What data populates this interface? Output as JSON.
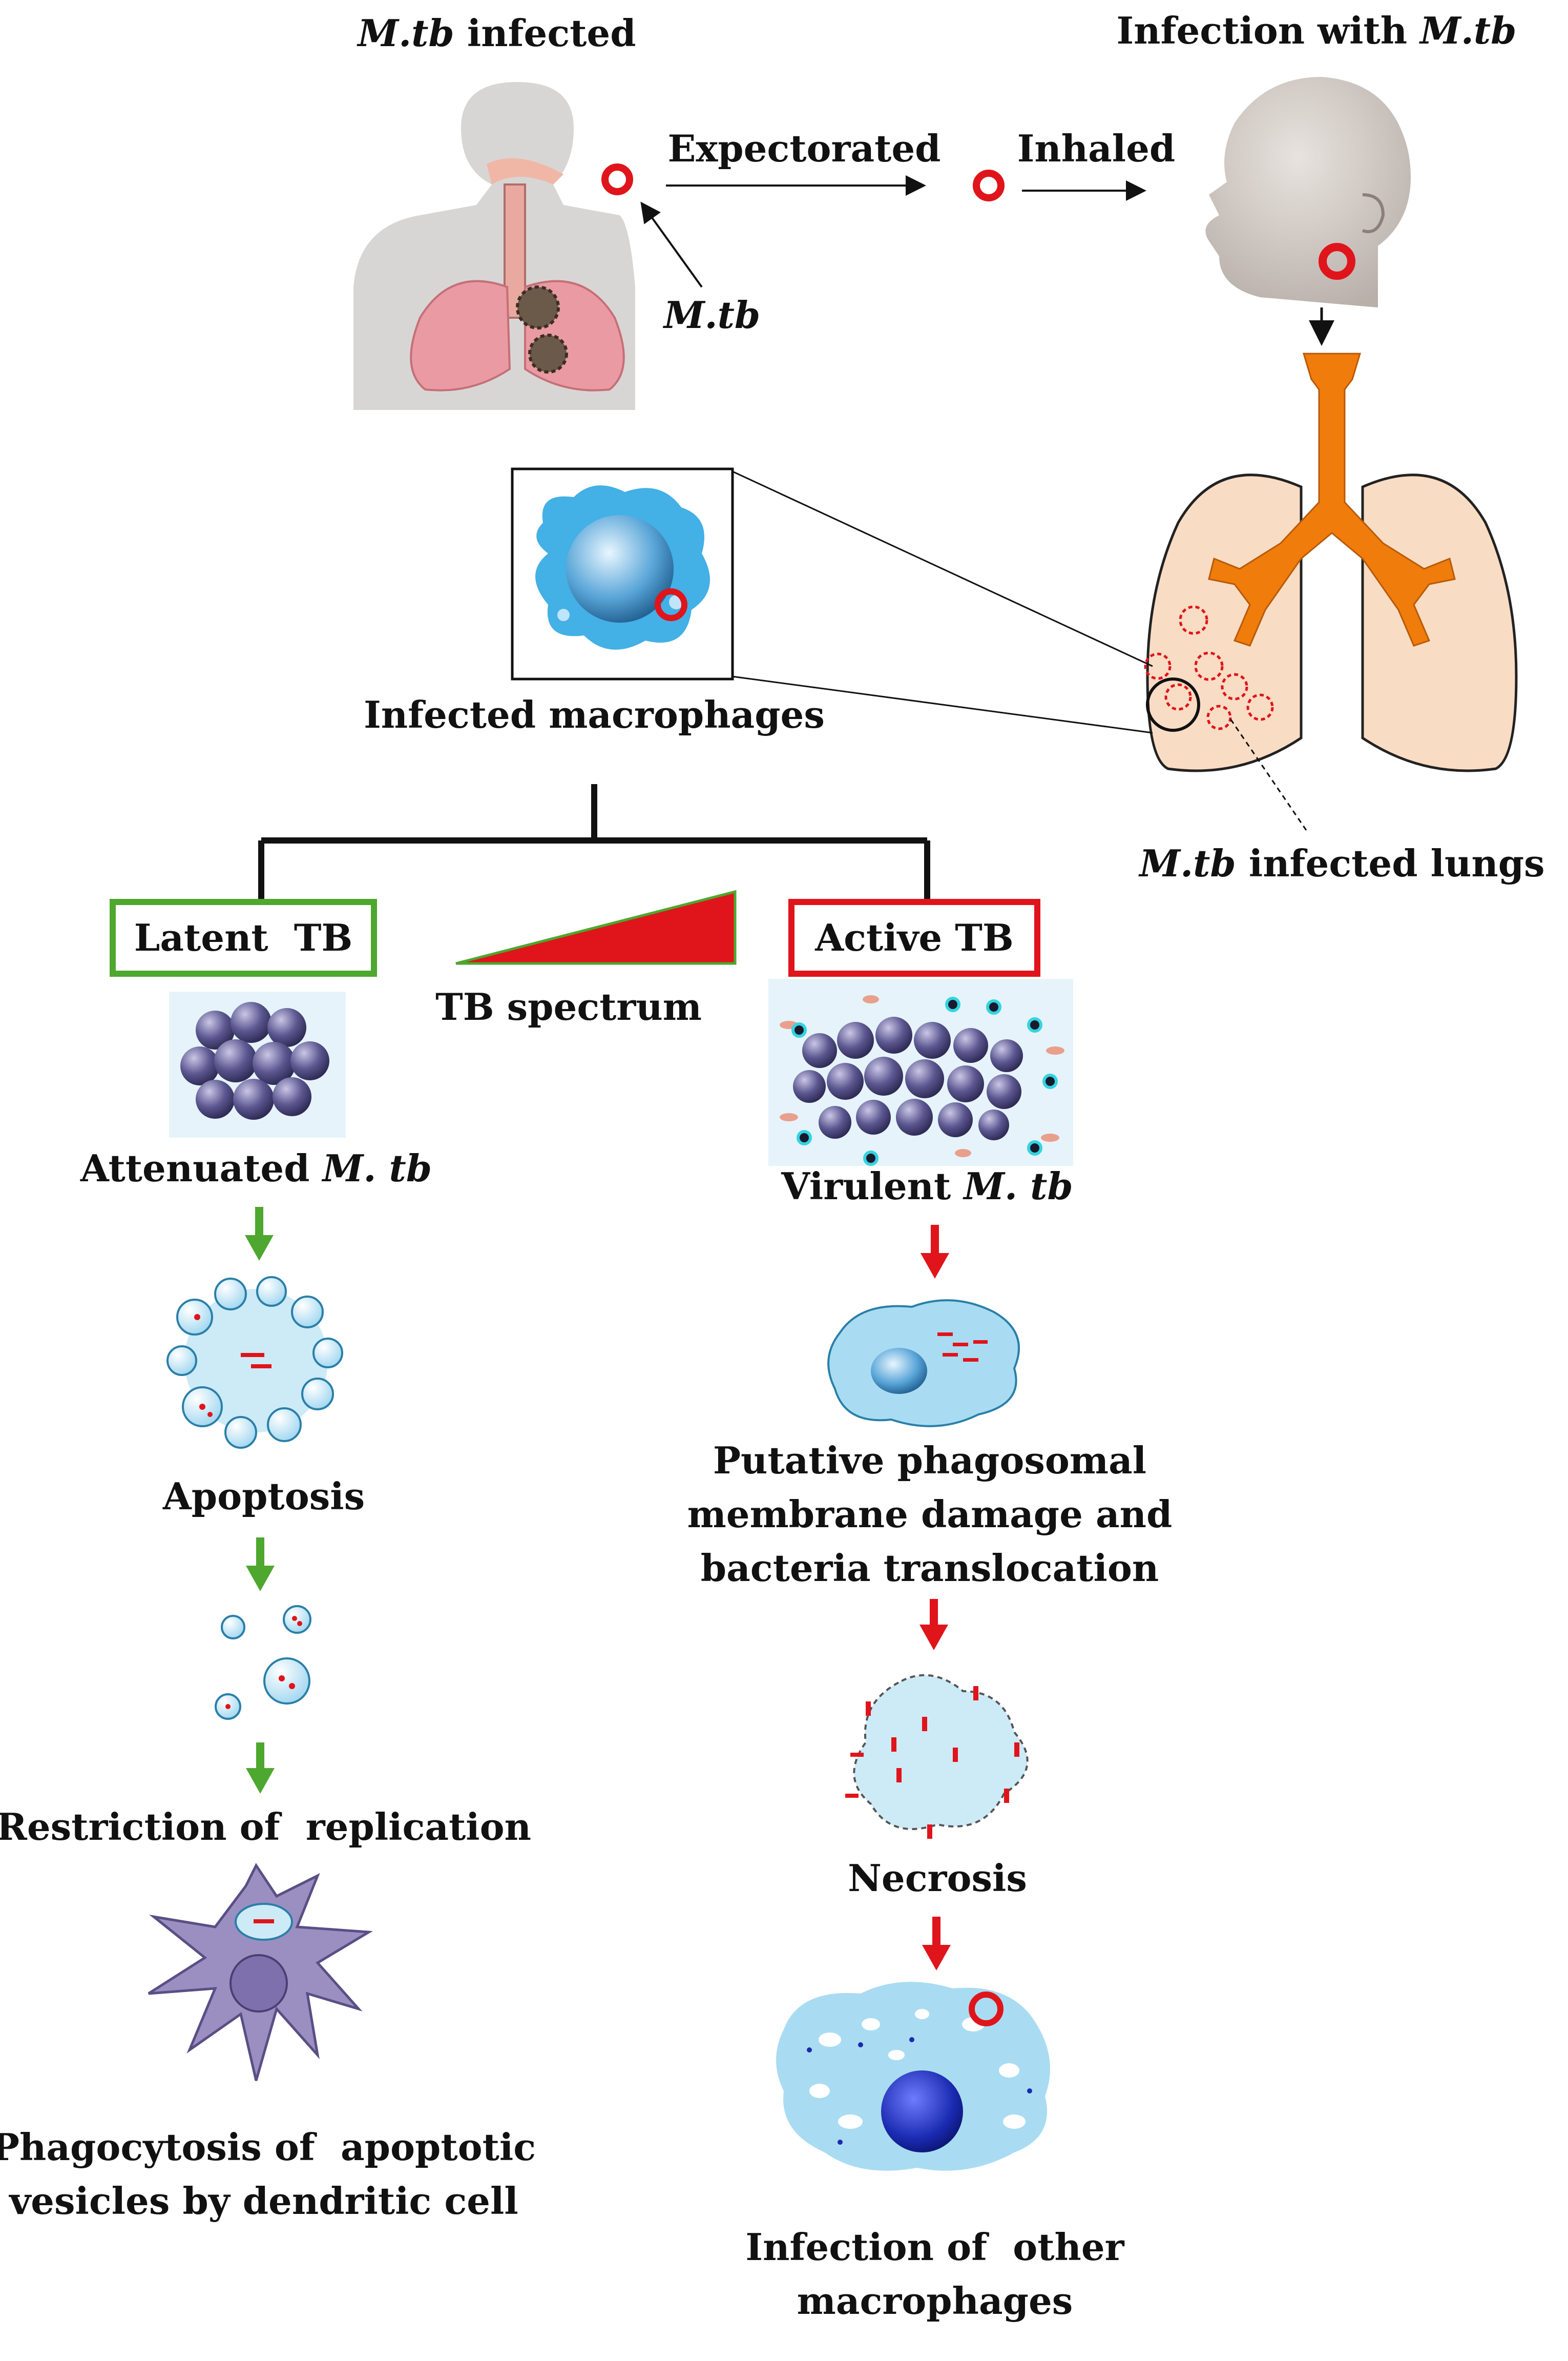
{
  "labels": {
    "source_title_italic": "M.tb",
    "source_title_rest": " infected",
    "target_title_plain": "Infection with ",
    "target_title_italic": "M.tb",
    "expectorated": "Expectorated",
    "inhaled": "Inhaled",
    "mtb_pointer": "M.tb",
    "infected_macrophages": "Infected macrophages",
    "infected_lungs_italic": "M.tb",
    "infected_lungs_rest": " infected lungs",
    "latent_tb": "Latent  TB",
    "active_tb": "Active TB",
    "tb_spectrum": "TB spectrum",
    "attenuated_plain": "Attenuated ",
    "attenuated_italic": "M. tb",
    "virulent_plain": "Virulent ",
    "virulent_italic": "M. tb",
    "apoptosis": "Apoptosis",
    "restriction": "Restriction of  replication",
    "phagocytosis_1": "Phagocytosis of  apoptotic",
    "phagocytosis_2": "vesicles by dendritic cell",
    "putative_1": "Putative phagosomal",
    "putative_2": "membrane damage and",
    "putative_3": "bacteria translocation",
    "necrosis": "Necrosis",
    "infection_other_1": "Infection of  other",
    "infection_other_2": "macrophages"
  },
  "colors": {
    "latent_green": "#4ea72e",
    "active_red": "#e0141b",
    "mtb_ring": "#e0141b",
    "trachea_orange": "#f07c0c",
    "lung_fill": "#f9dcc4",
    "macrophage_blue": "#43b0e6",
    "granuloma_purple": "#4d4a78",
    "dendritic_purple": "#9b8fc2"
  }
}
